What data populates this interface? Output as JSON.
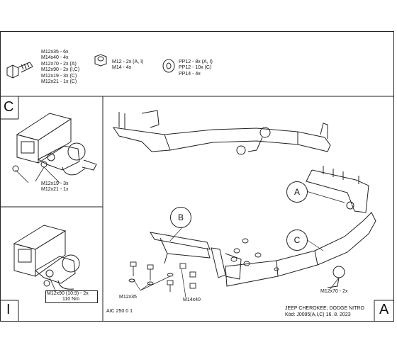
{
  "hardware": {
    "bolts": [
      "M12x35 - 6x",
      "M14x40 - 4x",
      "M12x70 - 2x (A)",
      "M12x90 - 2x (I,C)",
      "M12x19 - 3x (C)",
      "M12x21 - 1x (C)"
    ],
    "nuts": [
      "M12 - 2x (A, I)",
      "M14 - 4x"
    ],
    "washers": [
      "PP12 - 8x (A, I)",
      "PP12 - 10x (C)",
      "PP14 - 4x"
    ]
  },
  "panels": {
    "c_letter": "C",
    "i_letter": "I",
    "a_letter": "A",
    "c_callouts": [
      "M12x19 - 3x",
      "M12x21 - 1x"
    ],
    "i_callout_1": "M12x90 (10.9) - 2x",
    "i_callout_2": "110 Nm"
  },
  "main": {
    "label_a": "A",
    "label_b": "B",
    "label_c": "C",
    "callout_m12x35": "M12x35",
    "callout_m14x40": "M14x40",
    "callout_m12x70": "M12x70 - 2x",
    "code": "AIC 250 0 1",
    "vehicle": "JEEP CHEROKEE; DODGE NITRO",
    "kod": "Kód: J0095(A,I,C)  16. 8. 2023"
  }
}
